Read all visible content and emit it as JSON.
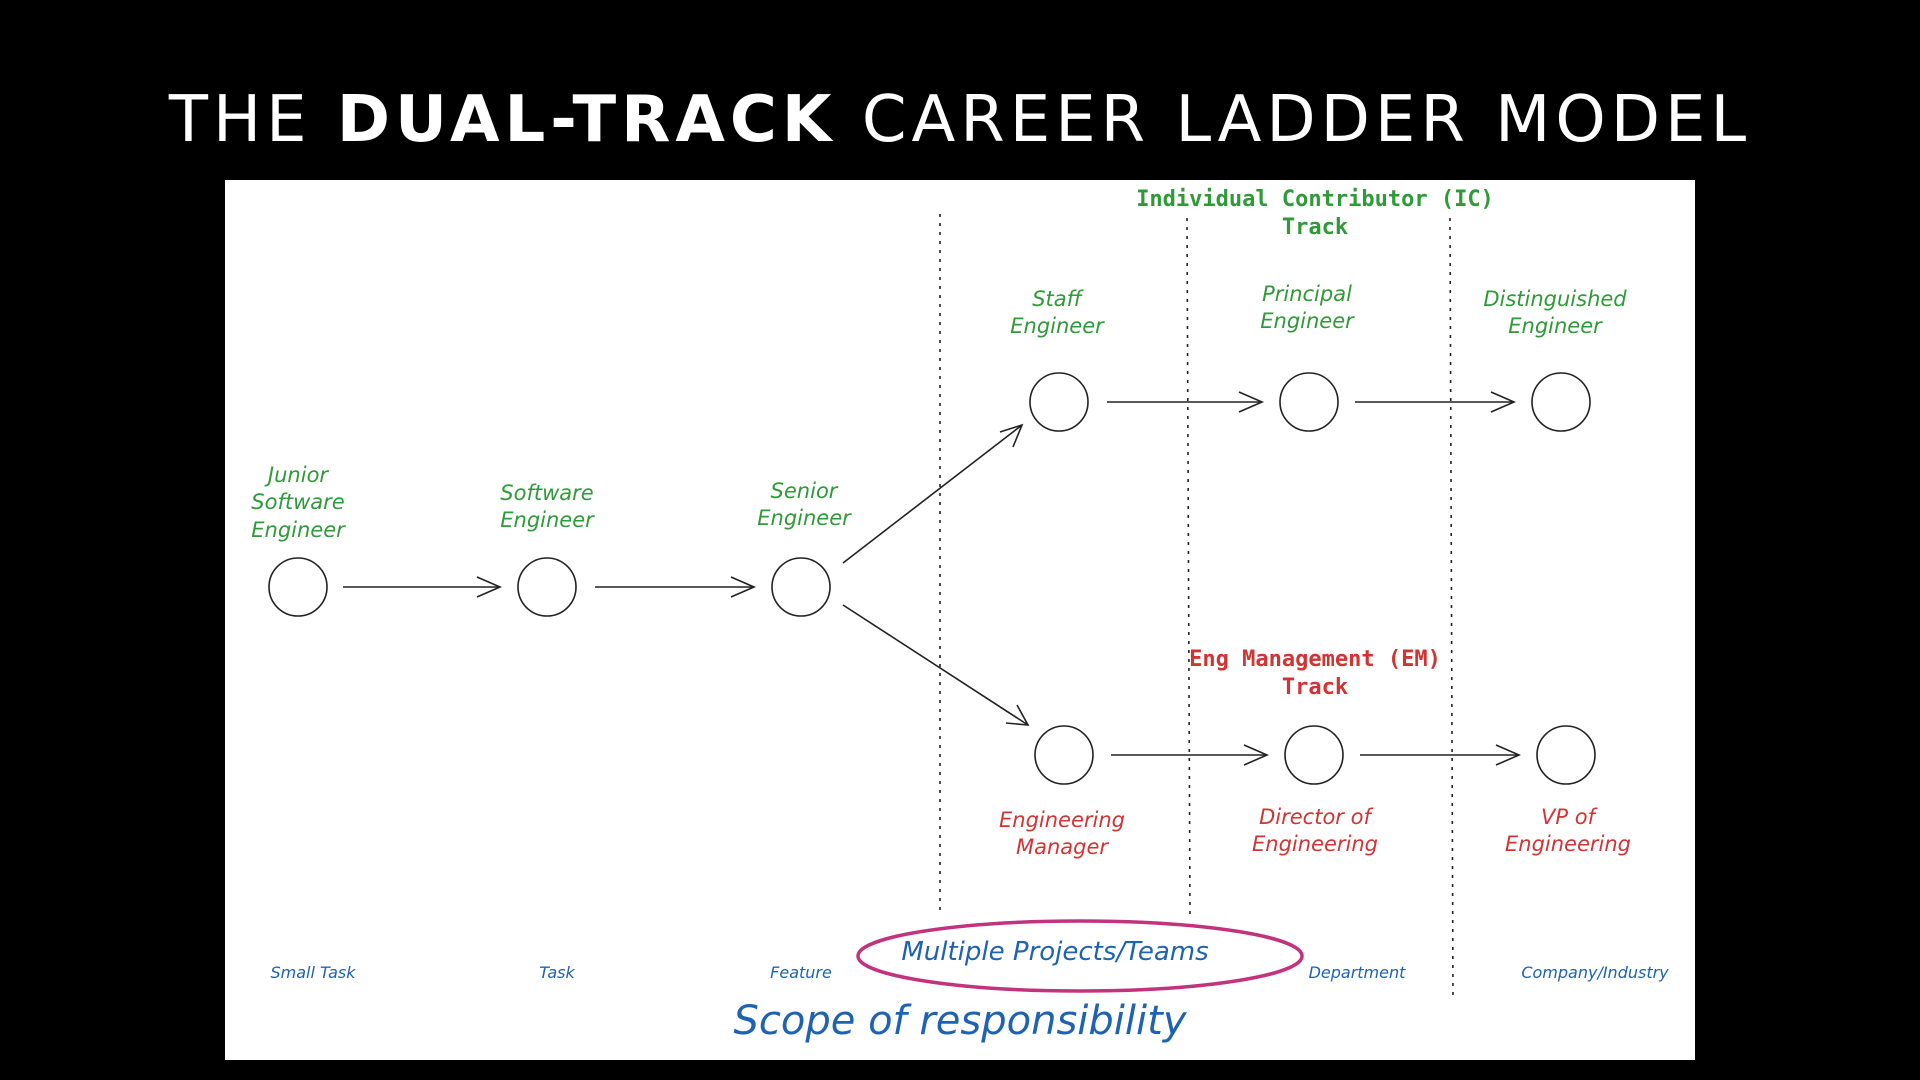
{
  "title": {
    "part1": "THE ",
    "bold": "DUAL-TRACK",
    "part2": " CAREER LADDER MODEL"
  },
  "colors": {
    "ic": "#2e9a38",
    "em": "#d23434",
    "scope": "#1e62b3",
    "highlight_ring": "#c2337e"
  },
  "tracks": {
    "ic": {
      "line1": "Individual Contributor (IC)",
      "line2": "Track"
    },
    "em": {
      "line1": "Eng Management (EM)",
      "line2": "Track"
    }
  },
  "roles": {
    "junior": {
      "line1": "Junior",
      "line2": "Software",
      "line3": "Engineer"
    },
    "software": {
      "line1": "Software",
      "line2": "Engineer"
    },
    "senior": {
      "line1": "Senior",
      "line2": "Engineer"
    },
    "staff": {
      "line1": "Staff",
      "line2": "Engineer"
    },
    "principal": {
      "line1": "Principal",
      "line2": "Engineer"
    },
    "distinguished": {
      "line1": "Distinguished",
      "line2": "Engineer"
    },
    "em": {
      "line1": "Engineering",
      "line2": "Manager"
    },
    "director": {
      "line1": "Director of",
      "line2": "Engineering"
    },
    "vp": {
      "line1": "VP of",
      "line2": "Engineering"
    }
  },
  "scopes": {
    "small_task": "Small Task",
    "task": "Task",
    "feature": "Feature",
    "multiple": "Multiple Projects/Teams",
    "department": "Department",
    "company": "Company/Industry"
  },
  "scope_label": "Scope of responsibility"
}
